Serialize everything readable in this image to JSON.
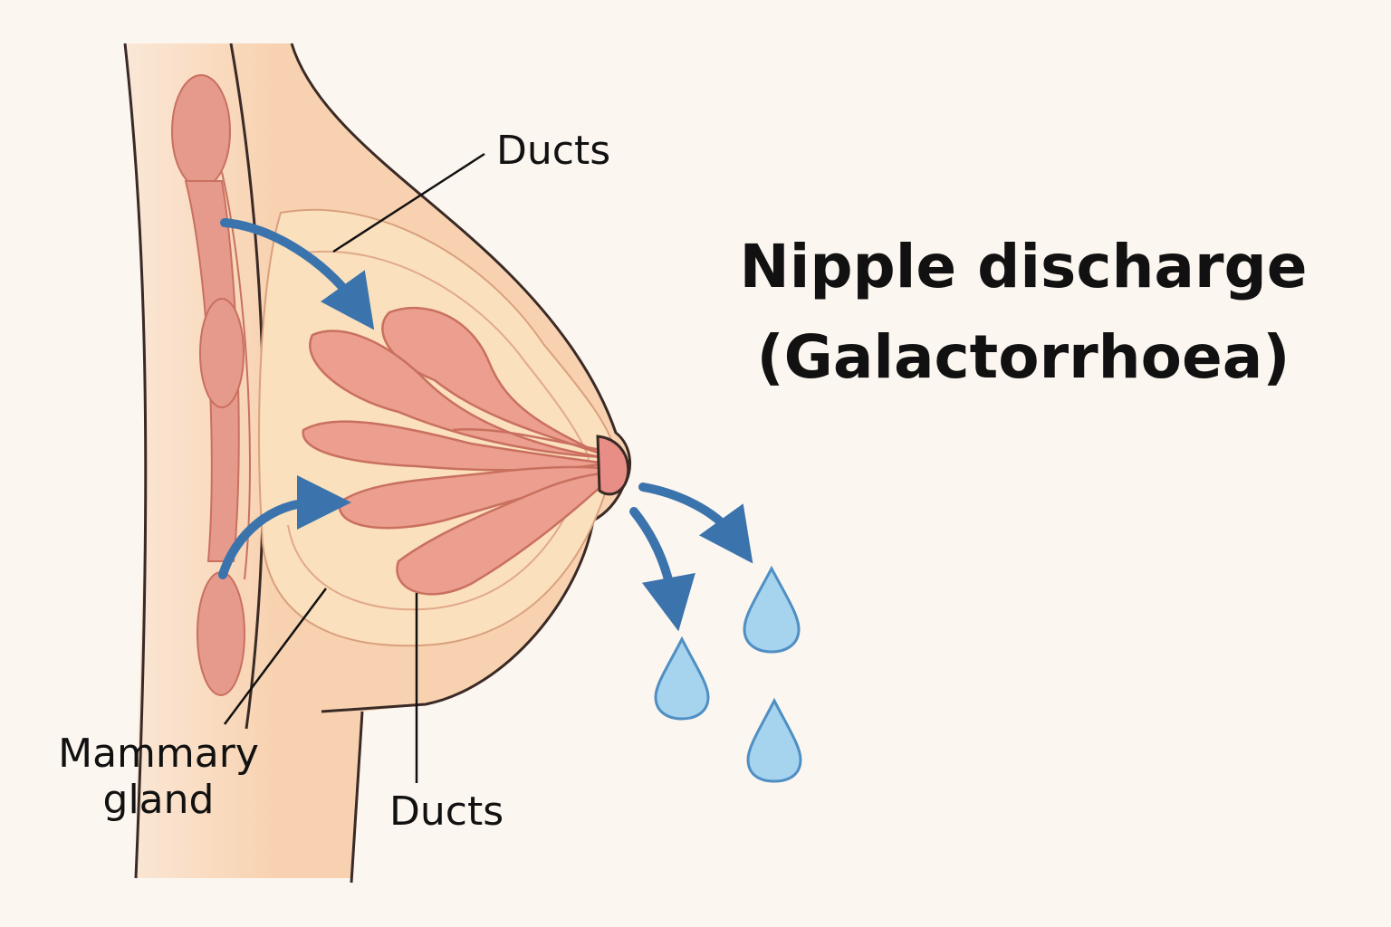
{
  "title": {
    "line1": "Nipple discharge",
    "line2": "(Galactorrhoea)"
  },
  "labels": {
    "ducts_top": "Ducts",
    "ducts_bottom": "Ducts",
    "mammary_line1": "Mammary",
    "mammary_line2": "gland"
  },
  "colors": {
    "background": "#fcf6f0",
    "skin": "#f8d2b0",
    "tissue": "#fbddb9",
    "muscle": "#e69a8c",
    "lobe": "#ec9f8e",
    "outline": "#3a2a26",
    "arrow": "#3b74ad",
    "droplet": "#a6d3ee"
  },
  "icons": {
    "arrows": "flow-arrow",
    "droplets": "droplet-icon"
  }
}
